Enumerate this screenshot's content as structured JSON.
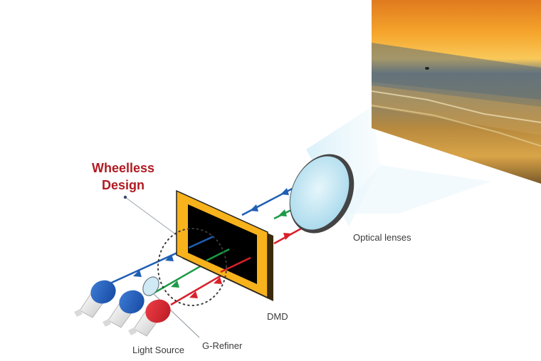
{
  "labels": {
    "highlight_line1": "Wheelless",
    "highlight_line2": "Design",
    "dmd": "DMD",
    "optical_lenses": "Optical lenses",
    "light_source": "Light Source",
    "g_refiner": "G-Refiner"
  },
  "colors": {
    "highlight_text": "#b01b22",
    "label_text": "#3b3b3b",
    "blue_beam": "#1f5fb4",
    "green_beam": "#1c9a47",
    "red_beam": "#d8202a",
    "dmd_frame": "#f7b21c",
    "dmd_chip": "#000000",
    "lens_rim": "#333333"
  },
  "icons": {
    "bulb": "led-bulb-icon",
    "refiner": "g-refiner-lens-icon",
    "lens": "optical-lens-icon",
    "projection": "projected-image-icon"
  }
}
